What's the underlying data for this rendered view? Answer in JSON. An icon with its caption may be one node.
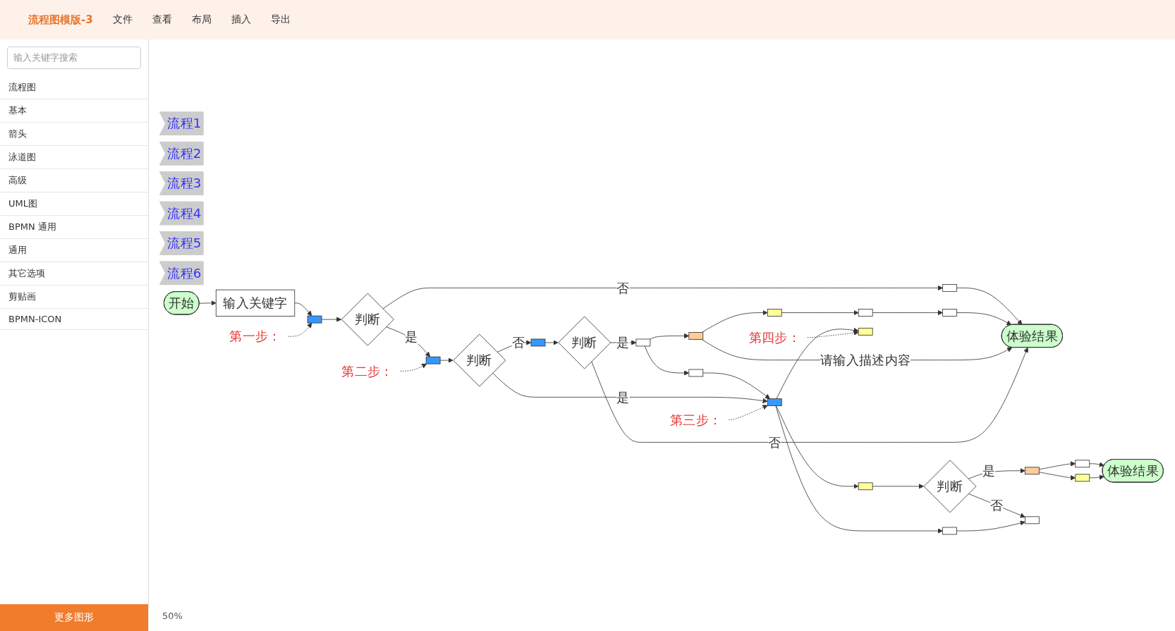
{
  "diagram": {
    "nodes": [
      {
        "text": [
          "流程1"
        ]
      },
      {
        "text": [
          "流程2"
        ]
      },
      {
        "text": [
          "流程3"
        ]
      },
      {
        "text": [
          "流程4"
        ]
      },
      {
        "text": [
          "流程5"
        ]
      },
      {
        "text": [
          "流程6"
        ]
      },
      {
        "text": [
          "开始"
        ]
      },
      {
        "text": [
          "输入关键字"
        ]
      },
      {
        "text": [],
        "shape": "box"
      },
      {
        "text": [
          "判断"
        ]
      },
      {
        "text": [],
        "shape": "box"
      },
      {
        "text": [
          "体验结果"
        ]
      },
      {
        "text": [],
        "shape": "box"
      },
      {
        "text": [],
        "shape": "box"
      },
      {
        "text": [],
        "shape": "box"
      },
      {
        "text": [
          "判断"
        ]
      },
      {
        "text": [],
        "shape": "box"
      },
      {
        "text": [
          "判断"
        ]
      },
      {
        "text": [],
        "shape": "box"
      },
      {
        "text": [],
        "shape": "box"
      },
      {
        "text": [],
        "shape": "box"
      },
      {
        "text": [],
        "shape": "box"
      },
      {
        "text": [],
        "shape": "box"
      },
      {
        "text": [
          "体验结果"
        ]
      },
      {
        "text": [],
        "shape": "box"
      },
      {
        "text": [],
        "shape": "box"
      },
      {
        "text": [
          "判断"
        ]
      },
      {
        "text": [],
        "shape": "box"
      },
      {
        "text": [],
        "shape": "box"
      },
      {
        "text": [],
        "shape": "box"
      },
      {
        "text": [],
        "shape": "box"
      },
      {
        "text": [],
        "shape": "box"
      },
      {
        "text": [
          "第一步："
        ]
      },
      {
        "text": [
          "第二步："
        ]
      },
      {
        "text": [
          "第三步："
        ]
      },
      {
        "text": [
          "第四步："
        ]
      }
    ],
    "edges": [
      {
        "from": 6,
        "to": 7,
        "arrow": "to"
      },
      {
        "from": 7,
        "to": 8,
        "arrow": "to"
      },
      {
        "from": 8,
        "to": 9,
        "arrow": "to"
      },
      {
        "from": 9,
        "to": 10,
        "arrow": "to",
        "label": "否"
      },
      {
        "from": 10,
        "to": 11,
        "arrow": "to"
      },
      {
        "from": 9,
        "to": 13,
        "arrow": "to",
        "label": "是"
      },
      {
        "from": 12,
        "to": 11,
        "arrow": "to"
      },
      {
        "from": 19,
        "to": 11,
        "arrow": "to",
        "label": "请输入描述内容"
      },
      {
        "from": 14,
        "to": 12,
        "arrow": "to"
      },
      {
        "from": 20,
        "to": 14,
        "arrow": "to"
      },
      {
        "from": 13,
        "to": 15,
        "arrow": "to"
      },
      {
        "from": 15,
        "to": 16,
        "arrow": "to",
        "label": "否"
      },
      {
        "from": 16,
        "to": 17,
        "arrow": "to"
      },
      {
        "from": 17,
        "to": 11,
        "arrow": "to",
        "label": "否"
      },
      {
        "from": 17,
        "to": 18,
        "arrow": "to",
        "label": "是"
      },
      {
        "from": 18,
        "to": 19,
        "arrow": "to"
      },
      {
        "from": 19,
        "to": 20,
        "arrow": "to"
      },
      {
        "from": 18,
        "to": 22,
        "arrow": "to"
      },
      {
        "from": 22,
        "to": 21,
        "arrow": "to"
      },
      {
        "from": 15,
        "to": 21,
        "arrow": "to",
        "label": "是"
      },
      {
        "from": 21,
        "to": 27,
        "arrow": "to"
      },
      {
        "from": 21,
        "to": 28,
        "arrow": "to"
      },
      {
        "from": 21,
        "to": 29,
        "arrow": "to"
      },
      {
        "from": 27,
        "to": 26,
        "arrow": "to"
      },
      {
        "from": 26,
        "to": 25,
        "arrow": "to",
        "label": "是"
      },
      {
        "from": 26,
        "to": 30,
        "arrow": "to",
        "label": "否"
      },
      {
        "from": 28,
        "to": 30,
        "arrow": "to"
      },
      {
        "from": 25,
        "to": 24,
        "arrow": "to"
      },
      {
        "from": 24,
        "to": 23,
        "arrow": "to"
      },
      {
        "from": 25,
        "to": 31,
        "arrow": "to"
      },
      {
        "from": 31,
        "to": 23,
        "arrow": "to"
      },
      {
        "from": 32,
        "to": 8,
        "arrow": "to",
        "style": "dashed"
      },
      {
        "from": 33,
        "to": 13,
        "arrow": "to",
        "style": "dashed"
      },
      {
        "from": 34,
        "to": 21,
        "arrow": "to",
        "style": "dashed"
      },
      {
        "from": 35,
        "to": 29,
        "arrow": "to",
        "style": "dashed"
      }
    ],
    "labels": [
      "流程图模版-3",
      "文件",
      "查看",
      "布局",
      "插入",
      "导出",
      "输入关键字搜索",
      "流程图",
      "基本",
      "箭头",
      "泳道图",
      "高级",
      "UML图",
      "BPMN 通用",
      "通用",
      "其它选项",
      "剪贴画",
      "BPMN-ICON",
      "更多图形",
      "50%"
    ]
  }
}
